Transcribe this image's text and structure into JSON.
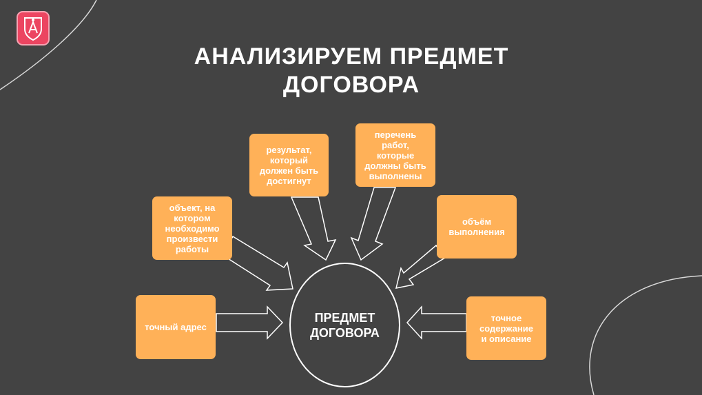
{
  "title_line1": "АНАЛИЗИРУЕМ ПРЕДМЕТ",
  "title_line2": "ДОГОВОРА",
  "center_line1": "ПРЕДМЕТ",
  "center_line2": "ДОГОВОРА",
  "boxes": {
    "address": "точный адрес",
    "object": [
      "объект, на",
      "котором",
      "необходимо",
      "произвести",
      "работы"
    ],
    "result": [
      "результат,",
      "который",
      "должен быть",
      "достигнут"
    ],
    "works": [
      "перечень",
      "работ,",
      "которые",
      "должны быть",
      "выполнены"
    ],
    "volume": [
      "объём",
      "выполнения"
    ],
    "content": [
      "точное",
      "содержание",
      "и описание"
    ]
  },
  "colors": {
    "background": "#434343",
    "box": "#ffb158",
    "logo": "#ec4561",
    "text": "#ffffff"
  }
}
